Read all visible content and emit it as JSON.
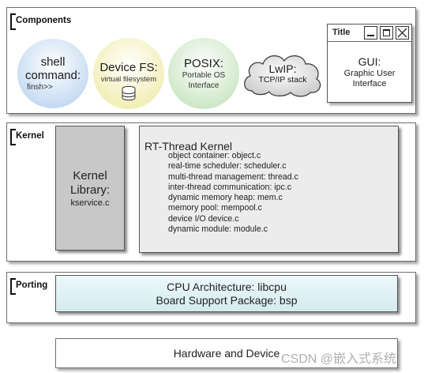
{
  "components": {
    "label": "Components",
    "shell": {
      "title_line1": "shell",
      "title_line2": "command:",
      "sub": "finsh>>"
    },
    "device_fs": {
      "title": "Device FS:",
      "sub": "virtual filesystem"
    },
    "posix": {
      "title": "POSIX:",
      "sub_line1": "Portable OS",
      "sub_line2": "Interface"
    },
    "lwip": {
      "title": "LwIP:",
      "sub": "TCP/IP stack"
    },
    "gui": {
      "window_title": "Title",
      "title": "GUI:",
      "sub_line1": "Graphic User",
      "sub_line2": "Interface"
    }
  },
  "kernel": {
    "label": "Kernel",
    "library": {
      "line1": "Kernel",
      "line2": "Library:",
      "sub": "kservice.c"
    },
    "rt_thread": {
      "title": "RT-Thread Kernel",
      "items": [
        "object container: object.c",
        "real-time scheduler: scheduler.c",
        "multi-thread management: thread.c",
        "inter-thread communication: ipc.c",
        "dynamic memory heap: mem.c",
        "memory pool: mempool.c",
        "device I/O  device.c",
        "dynamic module: module.c"
      ]
    }
  },
  "porting": {
    "label": "Porting",
    "line1": "CPU Architecture: libcpu",
    "line2": "Board Support Package: bsp"
  },
  "hardware": {
    "label": "Hardware and Device"
  },
  "watermark": "CSDN @嵌入式系统",
  "colors": {
    "shell": "#c9dcf2",
    "device_fs": "#f3f1b8",
    "posix": "#cfe9c9",
    "lwip": "#d9d9d9",
    "kernel_library": "#c9c9c9",
    "rt_thread": "#ededed",
    "porting": "#d9eef2"
  }
}
